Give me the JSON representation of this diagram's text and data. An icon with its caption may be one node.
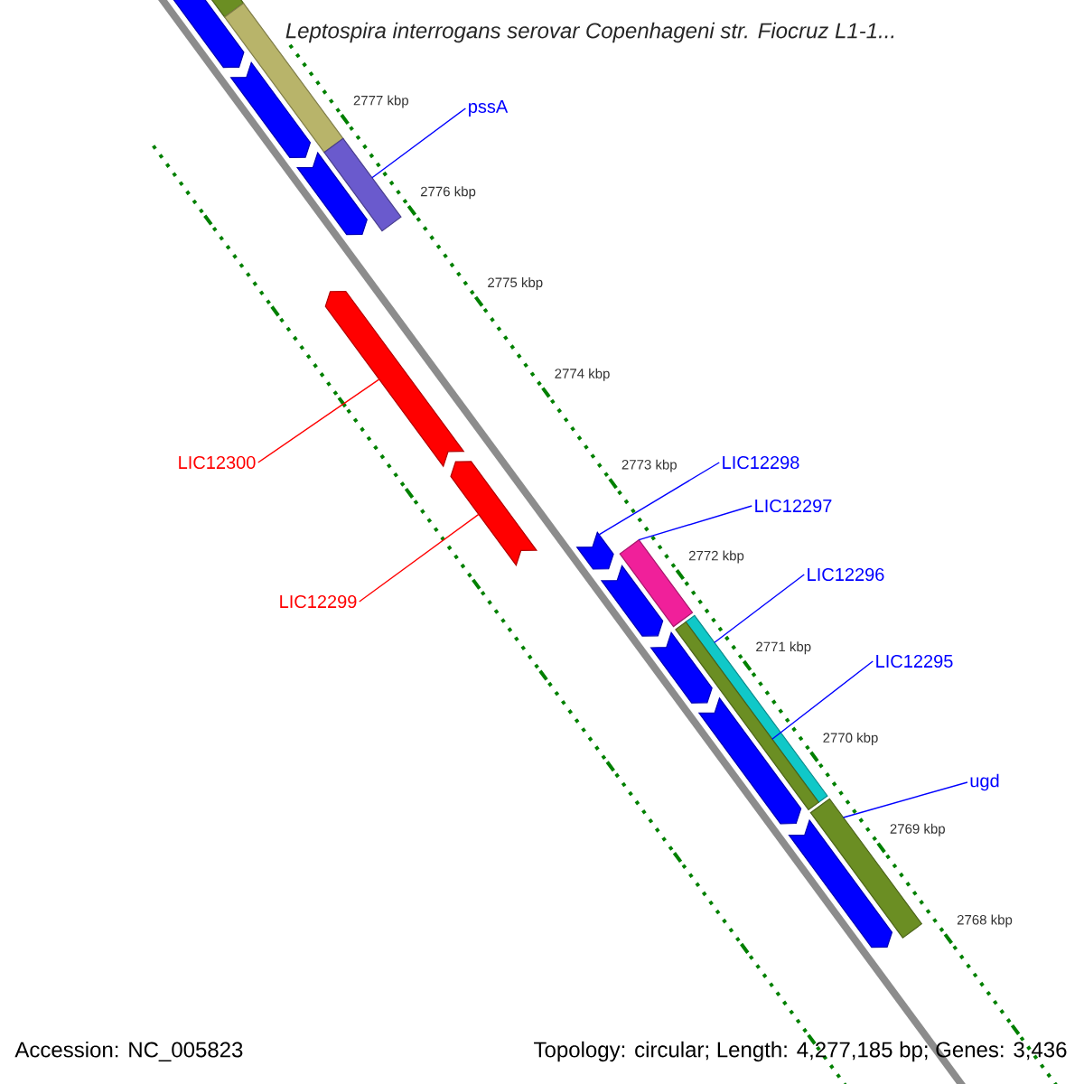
{
  "diagram": {
    "title": "Leptospira interrogans serovar Copenhageni str. Fiocruz L1-1...",
    "nodes": [
      {
        "text": [],
        "shape": "bar"
      },
      {
        "text": [],
        "shape": "bar"
      },
      {
        "text": [],
        "shape": "bar"
      },
      {
        "text": [
          "pssA"
        ]
      },
      {
        "text": [],
        "shape": "bar"
      },
      {
        "text": [],
        "shape": "bar"
      },
      {
        "text": [],
        "shape": "bar"
      },
      {
        "text": [],
        "shape": "bar"
      },
      {
        "text": [
          "LIC12300"
        ]
      },
      {
        "text": [
          "LIC12298"
        ]
      },
      {
        "text": [
          "LIC12297"
        ]
      },
      {
        "text": [],
        "shape": "bar"
      },
      {
        "text": [],
        "shape": "bar"
      },
      {
        "text": [],
        "shape": "bar"
      },
      {
        "text": [
          "LIC12299"
        ]
      },
      {
        "text": [],
        "shape": "bar"
      },
      {
        "text": [
          "LIC12296"
        ]
      },
      {
        "text": [],
        "shape": "bar"
      },
      {
        "text": [],
        "shape": "bar"
      },
      {
        "text": [],
        "shape": "bar"
      },
      {
        "text": [
          "LIC12295"
        ]
      },
      {
        "text": [],
        "shape": "bar"
      },
      {
        "text": [
          "ugd"
        ]
      },
      {
        "text": [],
        "shape": "bar"
      },
      {
        "text": [],
        "shape": "bar"
      }
    ],
    "edges": [
      {
        "from": 3,
        "to": 5,
        "arrow": "none"
      },
      {
        "from": 8,
        "to": 7,
        "arrow": "none",
        "color": "#ff0000"
      },
      {
        "from": 14,
        "to": 11,
        "arrow": "none",
        "color": "#ff0000"
      },
      {
        "from": 9,
        "to": 12,
        "arrow": "none"
      },
      {
        "from": 10,
        "to": 13,
        "arrow": "none"
      },
      {
        "from": 16,
        "to": 17,
        "arrow": "none"
      },
      {
        "from": 20,
        "to": 18,
        "arrow": "none"
      },
      {
        "from": 22,
        "to": 23,
        "arrow": "none"
      }
    ],
    "labels": [
      "2777 kbp",
      "2776 kbp",
      "2775 kbp",
      "2774 kbp",
      "2773 kbp",
      "2772 kbp",
      "2771 kbp",
      "2770 kbp",
      "2769 kbp",
      "2768 kbp",
      "Accession: NC_005823",
      "Topology: circular; Length: 4,277,185 bp; Genes: 3,436"
    ]
  }
}
